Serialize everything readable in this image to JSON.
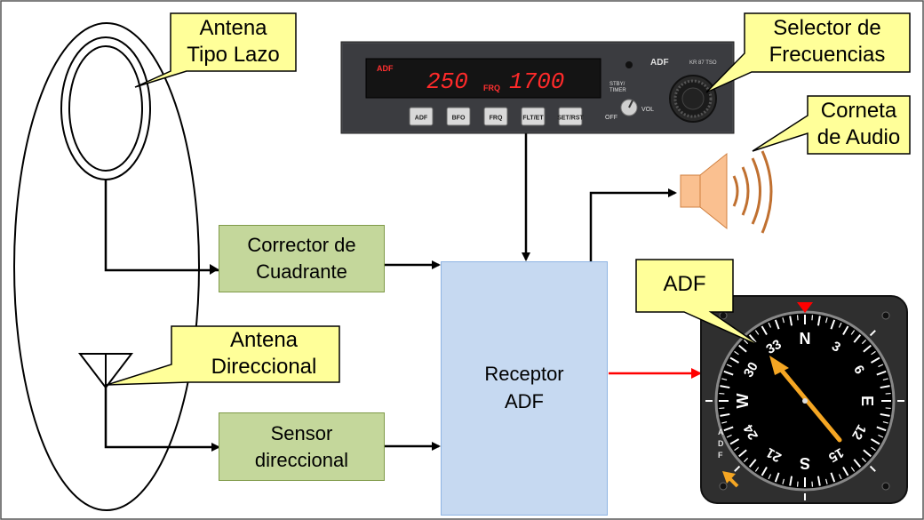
{
  "diagram": {
    "callouts": {
      "antena_lazo": "Antena\nTipo Lazo",
      "selector": "Selector de\nFrecuencias",
      "corneta": "Corneta\nde Audio",
      "antena_direccional": "Antena\nDireccional",
      "adf": "ADF"
    },
    "blocks": {
      "corrector": "Corrector de\nCuadrante",
      "sensor": "Sensor\ndireccional",
      "receptor": "Receptor\nADF"
    },
    "radio_panel": {
      "mode_label": "ADF",
      "active_freq": "250",
      "frq_label": "FRQ",
      "standby_freq": "1700",
      "title_label": "ADF",
      "model_label": "KR 87 TSO",
      "stby_timer_label": "STBY/\nTIMER",
      "vol_label": "VOL",
      "off_label": "OFF",
      "buttons": [
        "ADF",
        "BFO",
        "FRQ",
        "FLT/ET",
        "SET/RST"
      ]
    },
    "indicator": {
      "side_label": [
        "A",
        "D",
        "F"
      ],
      "card": [
        "N",
        "3",
        "6",
        "E",
        "12",
        "15",
        "S",
        "21",
        "24",
        "W",
        "30",
        "33"
      ]
    }
  },
  "colors": {
    "green_block": "#c4d79b",
    "blue_block": "#c6d9f1",
    "callout": "#ffff99",
    "signal_arrow": "#ff0000",
    "needle": "#f5a623",
    "speaker": "#fac090"
  }
}
